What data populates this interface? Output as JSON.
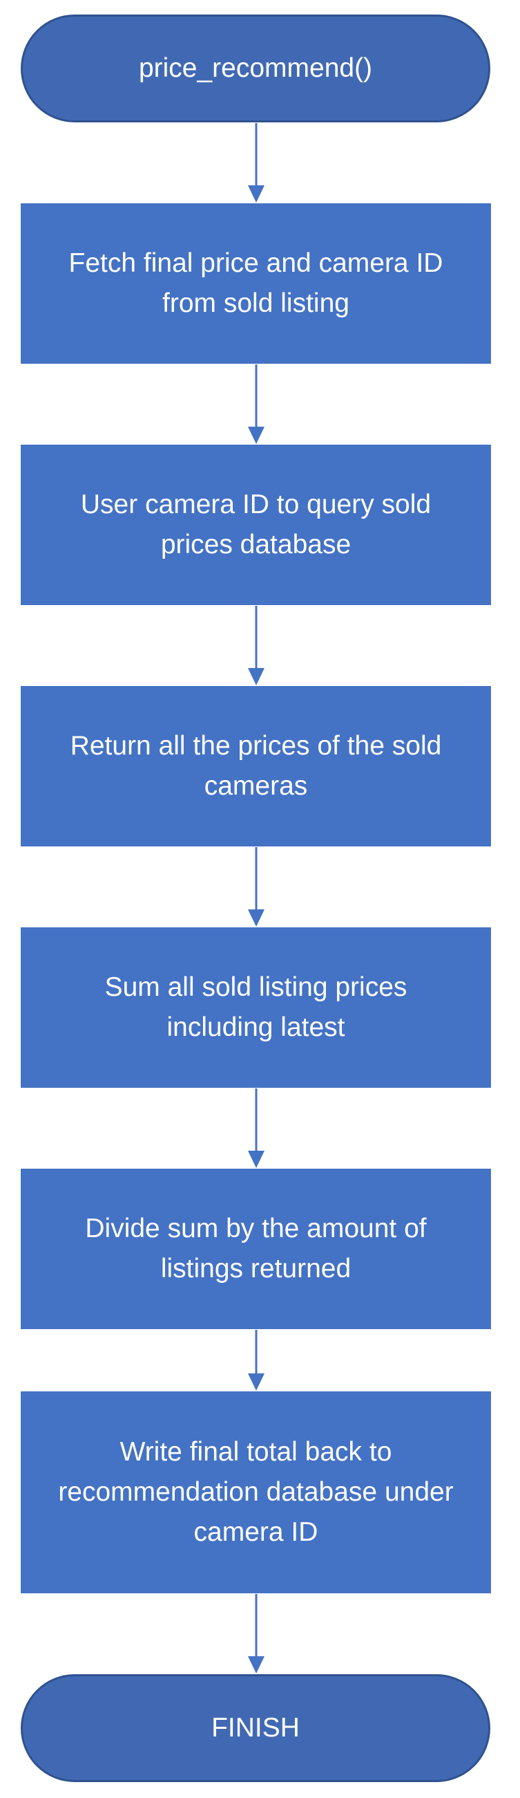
{
  "flowchart": {
    "start": "price_recommend()",
    "steps": [
      "Fetch final price and camera ID\nfrom sold listing",
      "User camera ID to query sold\nprices database",
      "Return all the prices of the sold\ncameras",
      "Sum all sold listing prices\nincluding latest",
      "Divide sum by the amount of\nlistings returned",
      "Write final total back to\nrecommendation database under\ncamera ID"
    ],
    "end": "FINISH"
  },
  "colors": {
    "terminal_fill": "#4169B3",
    "terminal_border": "#2F528F",
    "process_fill": "#4472C4",
    "connector": "#4472C4",
    "text": "#FFFFFF"
  }
}
